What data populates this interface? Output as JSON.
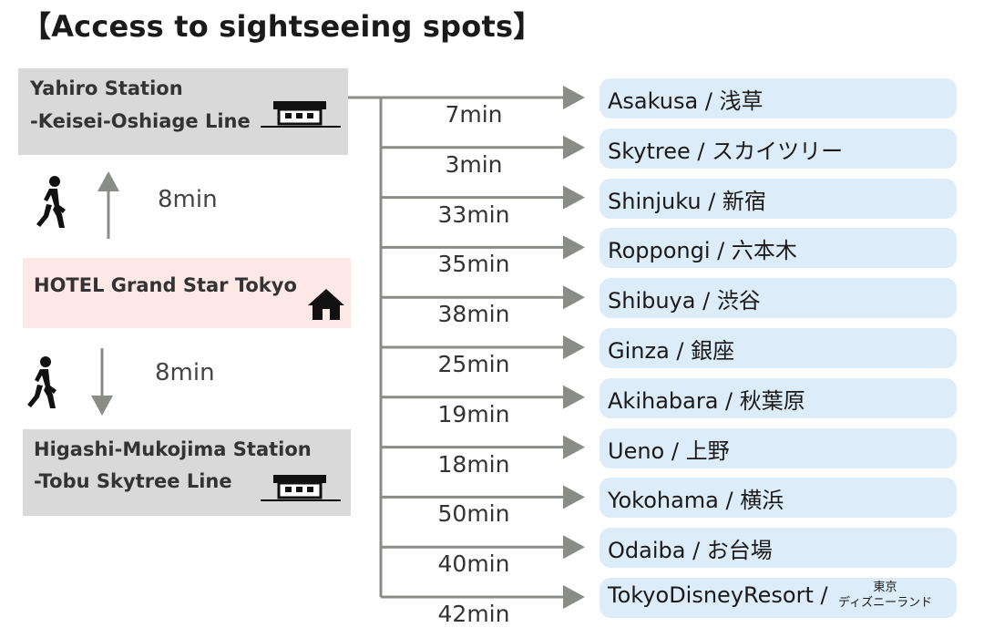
{
  "title": "【Access to sightseeing spots】",
  "yahiro": {
    "line1": "Yahiro Station",
    "line2": "-Keisei-Oshiage Line"
  },
  "hotel": {
    "name": "HOTEL Grand Star Tokyo"
  },
  "higashi": {
    "line1": "Higashi-Mukojima Station",
    "line2": "-Tobu Skytree Line"
  },
  "walk_up": {
    "time": "8min"
  },
  "walk_down": {
    "time": "8min"
  },
  "destinations": [
    {
      "label": "Asakusa / 浅草",
      "time": "7min"
    },
    {
      "label": "Skytree / スカイツリー",
      "time": "3min"
    },
    {
      "label": "Shinjuku / 新宿",
      "time": "33min"
    },
    {
      "label": "Roppongi / 六本木",
      "time": "35min"
    },
    {
      "label": "Shibuya / 渋谷",
      "time": "38min"
    },
    {
      "label": "Ginza / 銀座",
      "time": "25min"
    },
    {
      "label": "Akihabara / 秋葉原",
      "time": "19min"
    },
    {
      "label": "Ueno / 上野",
      "time": "18min"
    },
    {
      "label": "Yokohama / 横浜",
      "time": "50min"
    },
    {
      "label": "Odaiba / お台場",
      "time": "40min"
    },
    {
      "label": "TokyoDisneyResort /",
      "extra_top": "東京",
      "extra_bottom": "ディズニーランド",
      "time": "42min"
    }
  ],
  "icons": {
    "walk": "walking-person-icon",
    "station": "train-station-icon",
    "hotel": "house-icon"
  },
  "colors": {
    "station_box": "#d9d9d9",
    "hotel_box": "#fde7e7",
    "destination_box": "#dcecf8",
    "arrow": "#8a8c88"
  }
}
